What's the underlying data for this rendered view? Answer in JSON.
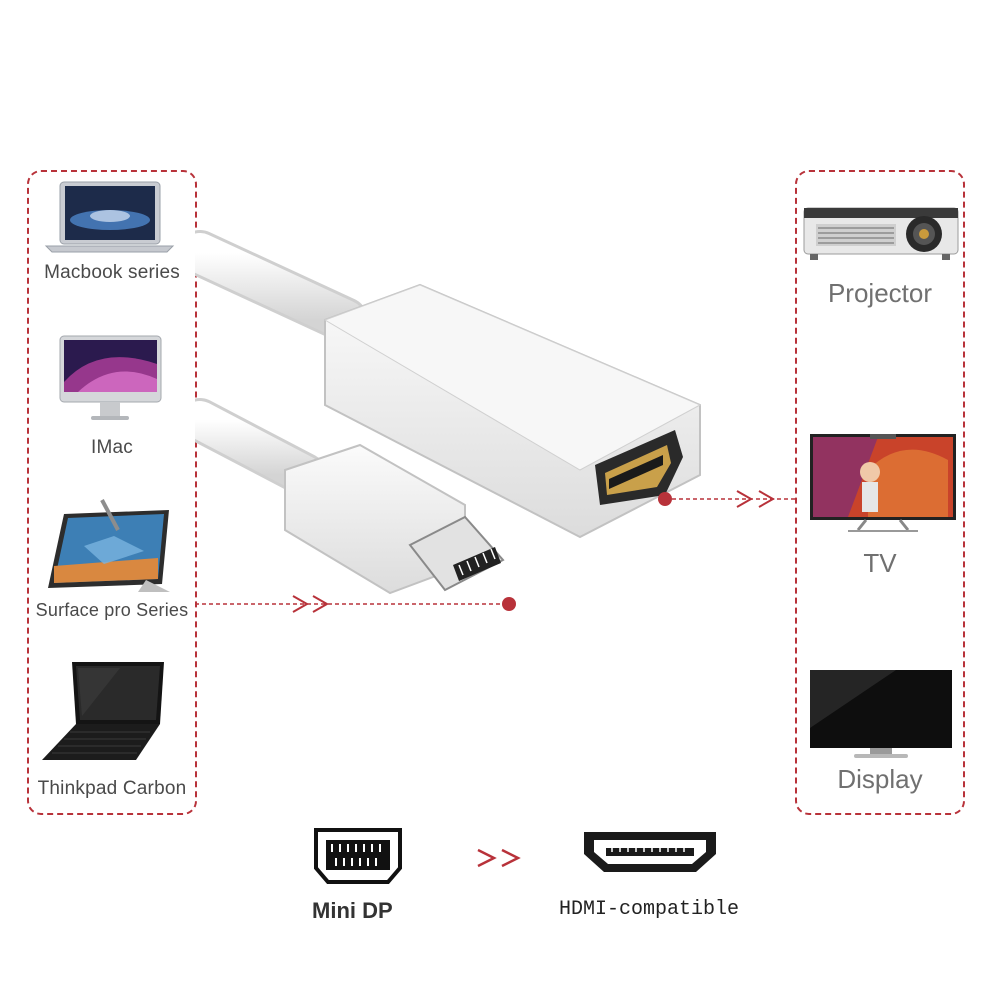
{
  "sources": [
    {
      "label": "Macbook series",
      "icon": "macbook-icon"
    },
    {
      "label": "IMac",
      "icon": "imac-icon"
    },
    {
      "label": "Surface pro Series",
      "icon": "surface-tablet-icon"
    },
    {
      "label": "Thinkpad Carbon",
      "icon": "laptop-icon"
    }
  ],
  "outputs": [
    {
      "label": "Projector",
      "icon": "projector-icon"
    },
    {
      "label": "TV",
      "icon": "tv-icon"
    },
    {
      "label": "Display",
      "icon": "monitor-icon"
    }
  ],
  "legend": {
    "from_label": "Mini DP",
    "to_label": "HDMI-compatible",
    "from_icon": "mini-dp-port-icon",
    "to_icon": "hdmi-port-icon"
  },
  "colors": {
    "accent": "#b8323a",
    "text": "#4a4a4a"
  }
}
